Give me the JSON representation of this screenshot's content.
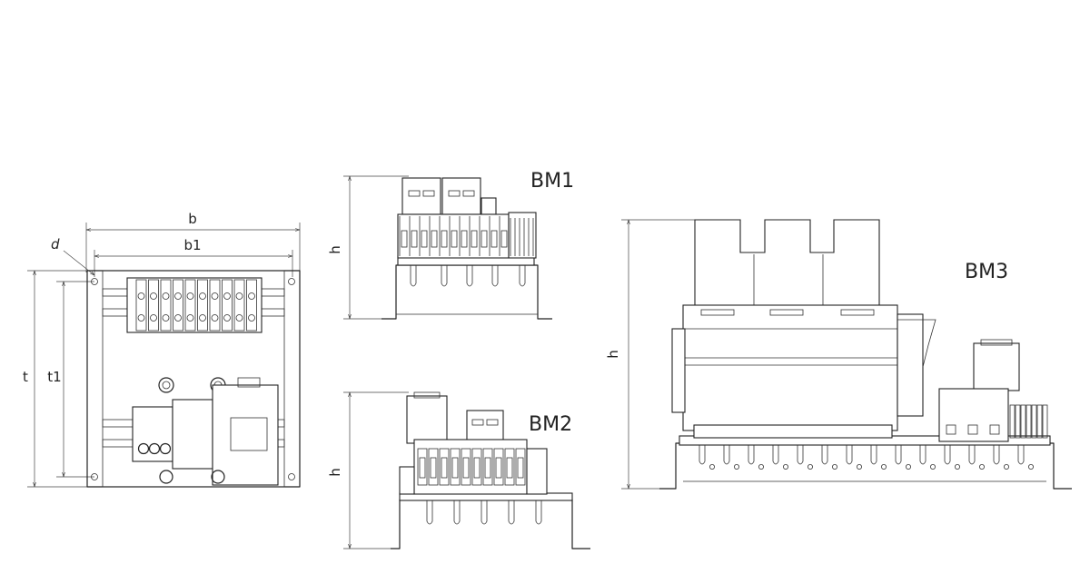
{
  "views": {
    "top": {
      "dim_b": "b",
      "dim_b1": "b1",
      "dim_t": "t",
      "dim_t1": "t1",
      "dim_d": "d"
    },
    "bm1": {
      "title": "BM1",
      "dim_h": "h"
    },
    "bm2": {
      "title": "BM2",
      "dim_h": "h"
    },
    "bm3": {
      "title": "BM3",
      "dim_h": "h"
    }
  }
}
